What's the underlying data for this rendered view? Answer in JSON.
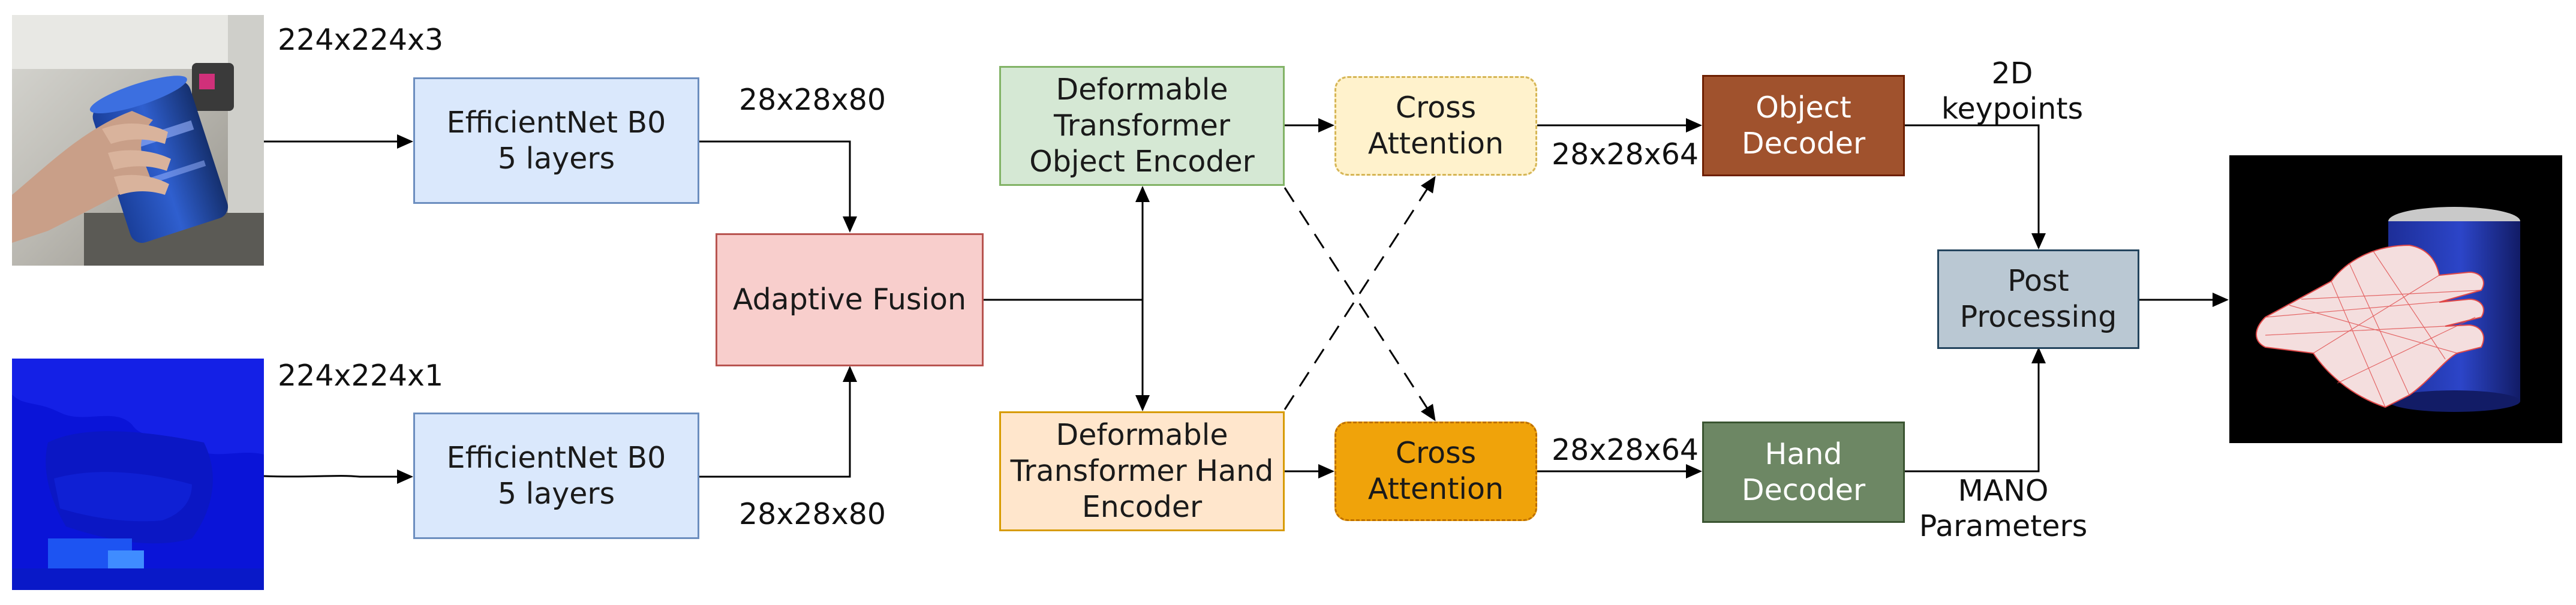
{
  "diagram": {
    "input_rgb_dims": "224x224x3",
    "input_depth_dims": "224x224x1",
    "rgb_backbone": "EfficientNet B0\n5 layers",
    "depth_backbone": "EfficientNet B0\n5 layers",
    "rgb_feature_dims": "28x28x80",
    "depth_feature_dims": "28x28x80",
    "fusion": "Adaptive Fusion",
    "object_encoder": "Deformable\nTransformer\nObject Encoder",
    "hand_encoder": "Deformable\nTransformer Hand\nEncoder",
    "object_cross_attention": "Cross\nAttention",
    "hand_cross_attention": "Cross\nAttention",
    "object_attention_dims": "28x28x64",
    "hand_attention_dims": "28x28x64",
    "object_decoder": "Object\nDecoder",
    "hand_decoder": "Hand\nDecoder",
    "object_output": "2D\nkeypoints",
    "hand_output": "MANO\nParameters",
    "post_processing": "Post\nProcessing"
  },
  "colors": {
    "backbone_fill": "#dae8fc",
    "backbone_stroke": "#6c8ebf",
    "fusion_fill": "#f8cecc",
    "fusion_stroke": "#b85450",
    "object_encoder_fill": "#d5e8d4",
    "object_encoder_stroke": "#82b366",
    "hand_encoder_fill": "#ffe6cc",
    "hand_encoder_stroke": "#d79b00",
    "object_attention_fill": "#fff2cc",
    "object_attention_stroke": "#d6b656",
    "hand_attention_fill": "#f0a30a",
    "hand_attention_stroke": "#bd7000",
    "object_decoder_fill": "#a0522d",
    "hand_decoder_fill": "#6d8764",
    "post_fill": "#bac8d3",
    "post_stroke": "#23445d"
  }
}
